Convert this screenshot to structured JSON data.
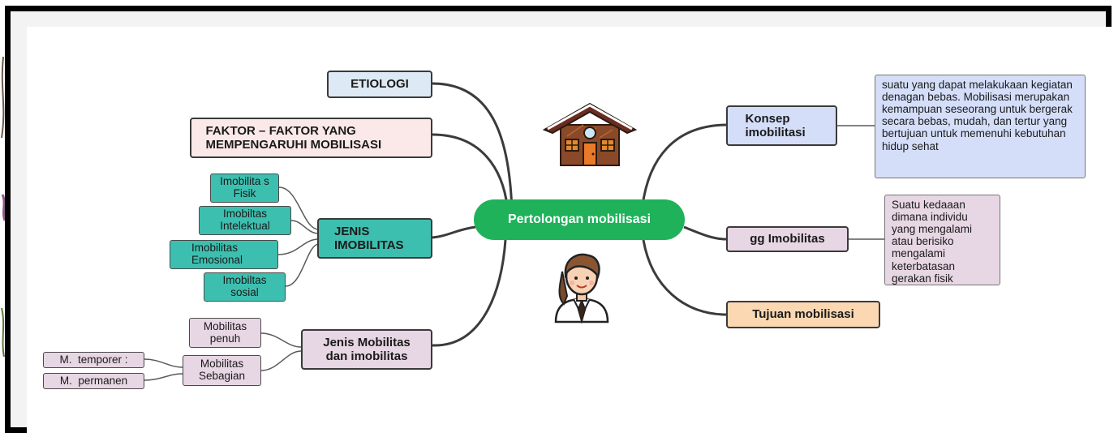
{
  "center": {
    "label": "Pertolongan mobilisasi"
  },
  "left": {
    "etiologi": "ETIOLOGI",
    "faktor": "FAKTOR – FAKTOR YANG MEMPENGARUHI MOBILISASI",
    "jenis_imobilitas": {
      "label": "JENIS IMOBILITAS",
      "children": [
        "Imobilita s Fisik",
        "Imobiltas Intelektual",
        "Imobilitas Emosional",
        "Imobiltas sosial"
      ]
    },
    "jenis_mobilitas": {
      "label": "Jenis Mobilitas dan imobilitas",
      "mobilitas_penuh": "Mobilitas penuh",
      "mobilitas_sebagian": "Mobilitas Sebagian",
      "temporer": "M.  temporer :",
      "permanen": "M.  permanen"
    }
  },
  "right": {
    "konsep": {
      "label": "Konsep imobilitasi",
      "note": "suatu yang dapat melakukaan kegiatan denagan bebas. Mobilisasi merupakan kemampuan seseorang untuk bergerak secara bebas, mudah, dan tertur yang bertujuan untuk memenuhi kebutuhan hidup sehat"
    },
    "gg": {
      "label": "gg Imobilitas",
      "note": "Suatu kedaaan dimana individu yang mengalami atau berisiko mengalami keterbatasan gerakan fisik"
    },
    "tujuan": "Tujuan mobilisasi"
  },
  "icons": {
    "house": "house-icon",
    "person": "nurse-person-icon"
  },
  "colors": {
    "center": "#1fb25a",
    "etiologi": "#dde9f4",
    "faktor": "#fbe9e9",
    "teal": "#3dbfb0",
    "lilac": "#e7d6e3",
    "konsep": "#d4def9",
    "tujuan": "#fbd8b2"
  }
}
